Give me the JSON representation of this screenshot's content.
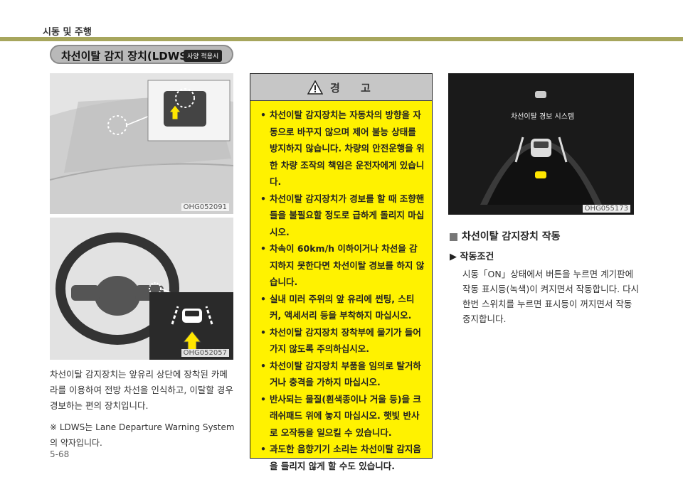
{
  "header": {
    "chapter_title": "시동 및 주행"
  },
  "section": {
    "title": "차선이탈 감지 장치(LDWS)",
    "badge": "사양 적용시"
  },
  "photos": {
    "windshield_code": "OHG052091",
    "steering_code": "OHG052057",
    "cluster_code": "OHG055173"
  },
  "left_text": {
    "description": "차선이탈 감지장치는 앞유리 상단에 장착된 카메라를 이용하여 전방 차선을 인식하고, 이탈할 경우 경보하는 편의 장치입니다.",
    "note": "※ LDWS는 Lane Departure Warning System의 약자입니다."
  },
  "page_number": "5-68",
  "warning": {
    "title": "경 고",
    "items": [
      "차선이탈 감지장치는 자동차의 방향을 자동으로 바꾸지 않으며 제어 불능 상태를 방지하지 않습니다. 차량의 안전운행을 위한 차량 조작의 책임은 운전자에게 있습니다.",
      "차선이탈 감지장치가 경보를 할 때 조향핸들을 불필요할 정도로 급하게 돌리지 마십시오.",
      "차속이 60km/h 이하이거나 차선을 감지하지 못한다면 차선이탈 경보를 하지 않습니다.",
      "실내 미러 주위의 앞 유리에 썬팅, 스티커, 액세서리 등을 부착하지 마십시오.",
      "차선이탈 감지장치 장착부에 물기가 들어가지 않도록 주의하십시오.",
      "차선이탈 감지장치 부품을 임의로 탈거하거나 충격을 가하지 마십시오.",
      "반사되는 물질(흰색종이나 거울 등)을 크래쉬패드 위에 놓지 마십시오. 햇빛 반사로 오작동을 일으킬 수 있습니다.",
      "과도한 음향기기 소리는 차선이탈 감지음을 들리지 않게 할 수도 있습니다."
    ]
  },
  "cluster_screen": {
    "label": "차선이탈 경보 시스템"
  },
  "operation": {
    "heading": "차선이탈 감지장치 작동",
    "subheading": "작동조건",
    "text": "시동「ON」상태에서 버튼을 누르면 계기판에 작동 표시등(녹색)이 켜지면서 작동합니다. 다시 한번 스위치를 누르면 표시등이 꺼지면서 작동 중지합니다."
  },
  "colors": {
    "warning_bg": "#fff200",
    "accent_olive": "#a7a65d",
    "indicator_green": "#5fcf4a",
    "arrow_yellow": "#ffe600"
  }
}
